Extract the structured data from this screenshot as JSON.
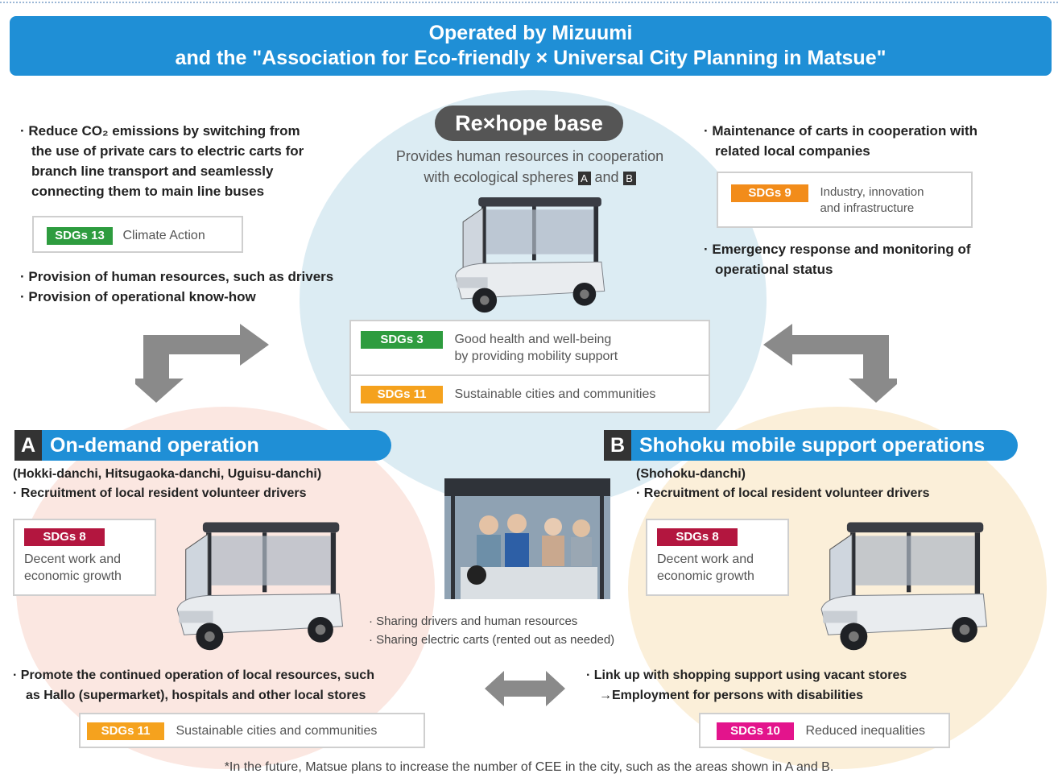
{
  "header": {
    "line1": "Operated by Mizuumi",
    "line2": "and the \"Association for Eco-friendly × Universal City Planning in Matsue\""
  },
  "base": {
    "badge": "Re×hope base",
    "desc1": "Provides human resources in cooperation",
    "desc2_pre": "with ecological spheres",
    "desc2_a": "A",
    "desc2_and": "and",
    "desc2_b": "B",
    "sdg3": {
      "tag": "SDGs 3",
      "line1": "Good health and well-being",
      "line2": "by providing mobility support"
    },
    "sdg11": {
      "tag": "SDGs 11",
      "text": "Sustainable cities and communities"
    }
  },
  "left_top": {
    "b1": [
      "· Reduce CO₂ emissions by switching from",
      "the use of private cars to electric carts for",
      "branch line transport and seamlessly",
      "connecting them to main line buses"
    ],
    "sdg13": {
      "tag": "SDGs 13",
      "text": "Climate Action"
    },
    "b2": "· Provision of human resources, such as drivers",
    "b3": "· Provision of operational know-how"
  },
  "right_top": {
    "b1": [
      "· Maintenance of carts in cooperation with",
      "related local companies"
    ],
    "sdg9": {
      "tag": "SDGs 9",
      "line1": "Industry, innovation",
      "line2": "and infrastructure"
    },
    "b2": [
      "· Emergency response and monitoring of",
      "operational status"
    ]
  },
  "section_a": {
    "letter": "A",
    "title": "On-demand operation",
    "areas": "(Hokki-danchi, Hitsugaoka-danchi, Uguisu-danchi)",
    "b1": "· Recruitment of local resident volunteer drivers",
    "sdg8": {
      "tag": "SDGs 8",
      "line1": "Decent work and",
      "line2": "economic growth"
    },
    "b2": [
      "· Promote the continued operation of local resources, such",
      "as Hallo (supermarket), hospitals and other local stores"
    ],
    "sdg11": {
      "tag": "SDGs 11",
      "text": "Sustainable cities and communities"
    }
  },
  "section_b": {
    "letter": "B",
    "title": "Shohoku mobile support operations",
    "areas": "(Shohoku-danchi)",
    "b1": "· Recruitment of local resident volunteer drivers",
    "sdg8": {
      "tag": "SDGs 8",
      "line1": "Decent work and",
      "line2": "economic growth"
    },
    "b2": [
      "· Link up with shopping support using vacant stores",
      "→Employment for persons with disabilities"
    ],
    "sdg10": {
      "tag": "SDGs 10",
      "text": "Reduced inequalities"
    }
  },
  "sharing": {
    "l1": "· Sharing drivers and human resources",
    "l2": "· Sharing electric carts (rented out as needed)"
  },
  "footnote": "*In the future, Matsue plans to increase the number of CEE in the city, such as the areas shown in A and B.",
  "colors": {
    "blue": "#1f8fd6",
    "green": "#2e9c3f",
    "orange": "#f28c1a",
    "amber": "#f5a21e",
    "crimson": "#b3163f",
    "magenta": "#e3148c",
    "arrow": "#8a8a8a"
  }
}
